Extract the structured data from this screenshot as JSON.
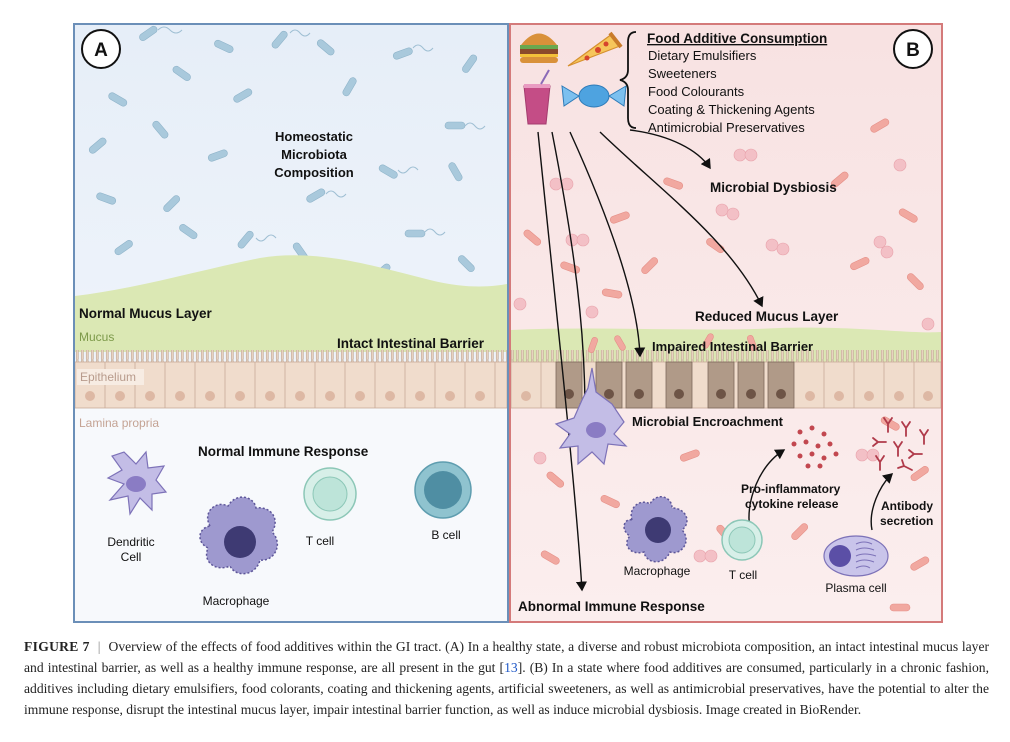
{
  "panel_a": {
    "badge": "A",
    "microbiota_line1": "Homeostatic",
    "microbiota_line2": "Microbiota",
    "microbiota_line3": "Composition",
    "mucus_title": "Normal Mucus Layer",
    "mucus_label": "Mucus",
    "barrier_label": "Intact Intestinal Barrier",
    "epithelium_label": "Epithelium",
    "lamina_label": "Lamina propria",
    "immune_title": "Normal Immune Response",
    "dendritic_line1": "Dendritic",
    "dendritic_line2": "Cell",
    "macrophage": "Macrophage",
    "tcell": "T cell",
    "bcell": "B cell"
  },
  "panel_b": {
    "badge": "B",
    "consumption_title": "Food Additive Consumption",
    "additives": [
      "Dietary Emulsifiers",
      "Sweeteners",
      "Food Colourants",
      "Coating & Thickening Agents",
      "Antimicrobial Preservatives"
    ],
    "dysbiosis": "Microbial Dysbiosis",
    "reduced_mucus": "Reduced Mucus Layer",
    "impaired_barrier": "Impaired Intestinal Barrier",
    "encroachment": "Microbial Encroachment",
    "cytokine_line1": "Pro-inflammatory",
    "cytokine_line2": "cytokine release",
    "antibody_line1": "Antibody",
    "antibody_line2": "secretion",
    "macrophage": "Macrophage",
    "tcell": "T cell",
    "plasma": "Plasma cell",
    "immune_title": "Abnormal Immune Response"
  },
  "caption": {
    "label": "FIGURE 7",
    "separator": "|",
    "text_1": "Overview of the effects of food additives within the GI tract. (A) In a healthy state, a diverse and robust microbiota composition, an intact intestinal mucus layer and intestinal barrier, as well as a healthy immune response, are all present in the gut [",
    "ref": "13",
    "text_2": "]. (B) In a state where food additives are consumed, particularly in a chronic fashion, additives including dietary emulsifiers, food colorants, coating and thickening agents, artificial sweeteners, as well as antimicrobial preservatives, have the potential to alter the immune response, disrupt the intestinal mucus layer, impair intestinal barrier function, as well as induce microbial dysbiosis. Image created in BioRender."
  },
  "colors": {
    "panel_a_border": "#6b8fb8",
    "panel_b_border": "#d47a7a",
    "mucus": "#dbe8b4",
    "epithelium": "#f0dccc",
    "damaged_cell": "#b09a88",
    "bacteria_a": "#a9c9dc",
    "bacteria_b": "#f1a8a0"
  },
  "icons": [
    "burger-icon",
    "pizza-icon",
    "drink-icon",
    "candy-icon"
  ]
}
